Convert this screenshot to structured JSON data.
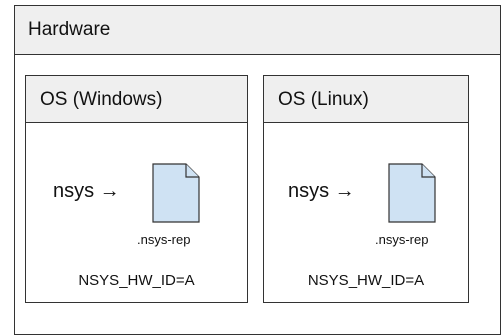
{
  "hardware": {
    "title": "Hardware"
  },
  "os_boxes": [
    {
      "title": "OS (Windows)",
      "command": "nsys →",
      "file_label": ".nsys-rep",
      "hw_id": "NSYS_HW_ID=A"
    },
    {
      "title": "OS (Linux)",
      "command": "nsys →",
      "file_label": ".nsys-rep",
      "hw_id": "NSYS_HW_ID=A"
    }
  ],
  "colors": {
    "header_fill": "#efefef",
    "file_fill": "#cfe2f3",
    "border": "#333333"
  },
  "icons": {
    "file": "document-icon"
  }
}
